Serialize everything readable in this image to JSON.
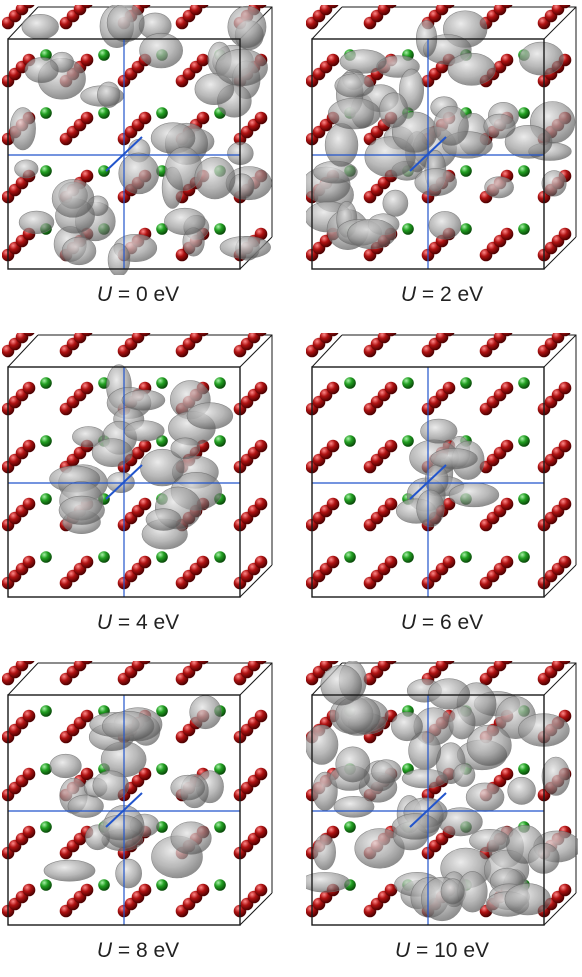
{
  "figure": {
    "symbol": "U",
    "unit": "eV",
    "colors": {
      "background": "#ffffff",
      "outer_atom": "#b01212",
      "inner_atom": "#22a022",
      "isosurface": "#9a9a9a",
      "cell_edge": "#1a1a1a",
      "axis_line": "#2255cc"
    },
    "panels": [
      {
        "label": "U = 0 eV",
        "U_value": "0",
        "isosurface_extent": "extensive"
      },
      {
        "label": "U = 2 eV",
        "U_value": "2",
        "isosurface_extent": "extensive"
      },
      {
        "label": "U = 4 eV",
        "U_value": "4",
        "isosurface_extent": "moderate"
      },
      {
        "label": "U = 6 eV",
        "U_value": "6",
        "isosurface_extent": "localized"
      },
      {
        "label": "U = 8 eV",
        "U_value": "8",
        "isosurface_extent": "moderate"
      },
      {
        "label": "U = 10 eV",
        "U_value": "10",
        "isosurface_extent": "dense"
      }
    ]
  }
}
